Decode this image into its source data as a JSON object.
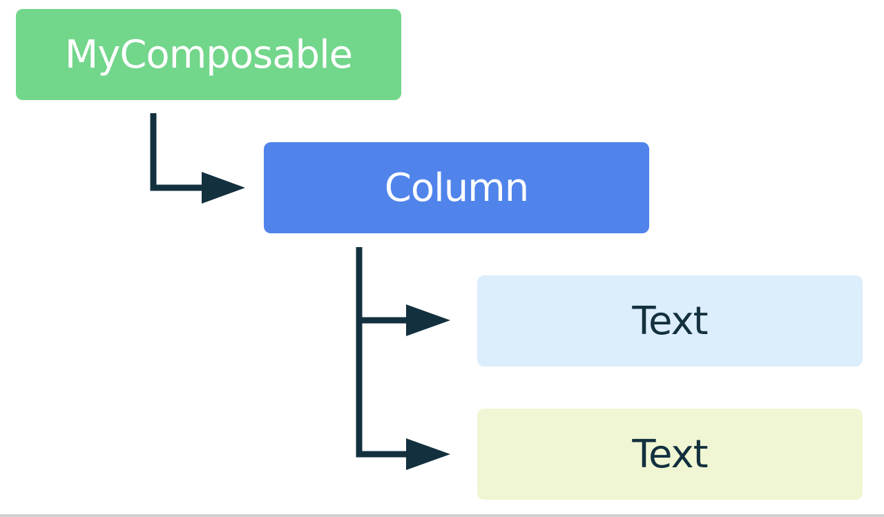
{
  "diagram": {
    "nodes": [
      {
        "id": "root",
        "label": "MyComposable",
        "bg": "#72d68b",
        "fg": "#ffffff"
      },
      {
        "id": "column",
        "label": "Column",
        "bg": "#5084eb",
        "fg": "#ffffff"
      },
      {
        "id": "text1",
        "label": "Text",
        "bg": "#dcedfc",
        "fg": "#13303f"
      },
      {
        "id": "text2",
        "label": "Text",
        "bg": "#f0f6d3",
        "fg": "#13303f"
      }
    ],
    "edges": [
      {
        "from": "root",
        "to": "column"
      },
      {
        "from": "column",
        "to": "text1"
      },
      {
        "from": "column",
        "to": "text2"
      }
    ],
    "connector_color": "#13303f"
  }
}
